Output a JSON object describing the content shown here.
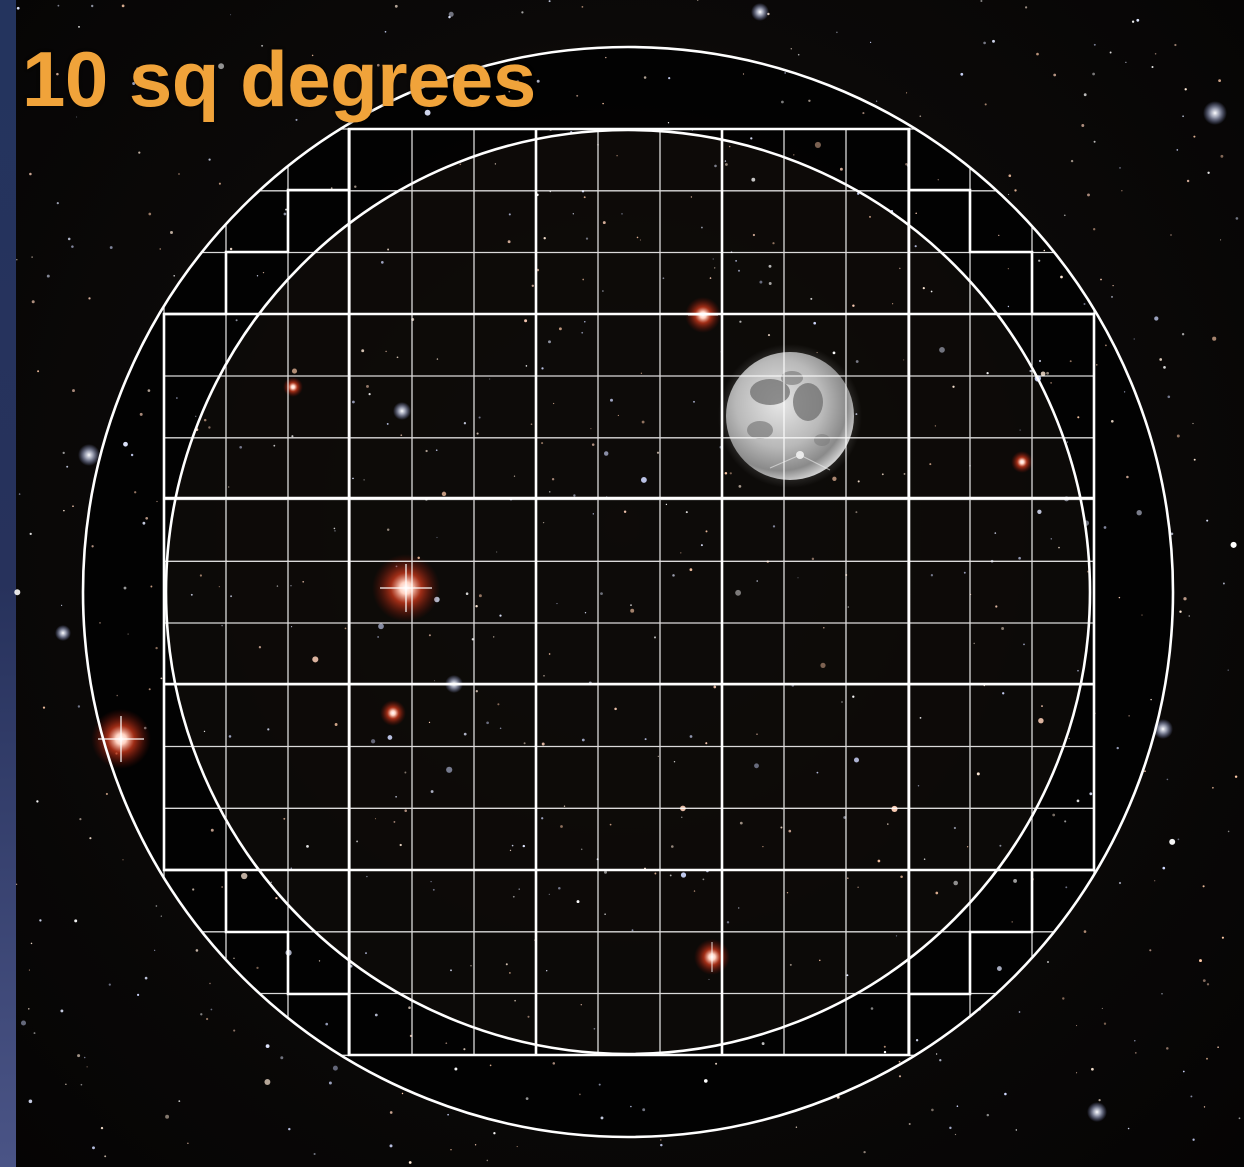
{
  "title": "10 sq degrees",
  "colors": {
    "title": "#f0a33a",
    "overlay_lines": "#ffffff",
    "sky_background": "#080606",
    "edge_strip": "#2a3662"
  },
  "elements": {
    "field_of_view": "outer-circle",
    "inner_boundary": "inner-circle",
    "detector_mosaic": "ccd-grid",
    "moon": "full-moon-icon"
  }
}
